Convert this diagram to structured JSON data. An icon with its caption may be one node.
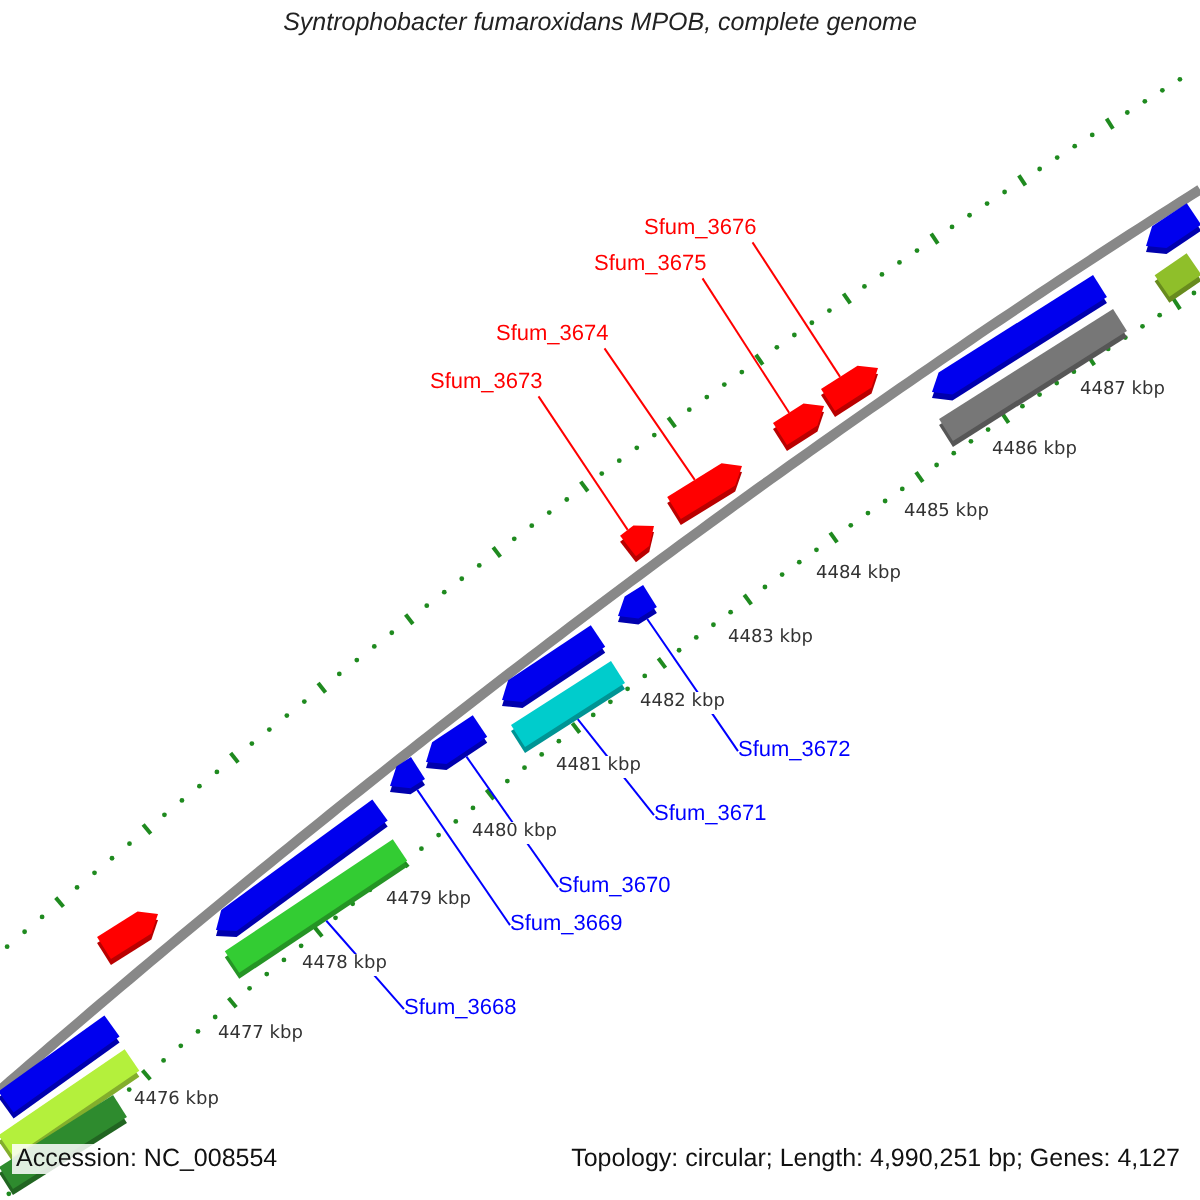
{
  "diagram": {
    "title": "Syntrophobacter fumaroxidans MPOB, complete genome",
    "nodes": [
      {
        "text": [
          "Sfum_3676"
        ]
      },
      {
        "text": [
          "Sfum_3675"
        ]
      },
      {
        "text": [
          "Sfum_3674"
        ]
      },
      {
        "text": [
          "Sfum_3673"
        ]
      },
      {
        "text": [
          "Sfum_3672"
        ]
      },
      {
        "text": [
          "Sfum_3671"
        ]
      },
      {
        "text": [
          "Sfum_3670"
        ]
      },
      {
        "text": [
          "Sfum_3669"
        ]
      },
      {
        "text": [
          "Sfum_3668"
        ]
      },
      {
        "text": [],
        "shape": "bar"
      },
      {
        "text": [],
        "shape": "bar"
      },
      {
        "text": [],
        "shape": "bar"
      },
      {
        "text": [],
        "shape": "bar"
      },
      {
        "text": [],
        "shape": "bar"
      },
      {
        "text": [],
        "shape": "bar"
      },
      {
        "text": [],
        "shape": "bar"
      },
      {
        "text": [],
        "shape": "bar"
      },
      {
        "text": [],
        "shape": "bar"
      },
      {
        "text": [],
        "shape": "bar"
      },
      {
        "text": [],
        "shape": "bar"
      },
      {
        "text": [],
        "shape": "bar"
      },
      {
        "text": [],
        "shape": "bar"
      },
      {
        "text": [],
        "shape": "bar"
      },
      {
        "text": [],
        "shape": "bar"
      },
      {
        "text": [],
        "shape": "bar"
      },
      {
        "text": [],
        "shape": "bar"
      },
      {
        "text": [],
        "shape": "bar"
      },
      {
        "text": [],
        "shape": "bar"
      }
    ],
    "edges": [
      {
        "from": 0,
        "to": 23,
        "arrow": "none",
        "color": "#ff0000"
      },
      {
        "from": 1,
        "to": 22,
        "arrow": "none",
        "color": "#ff0000"
      },
      {
        "from": 2,
        "to": 21,
        "arrow": "none",
        "color": "#ff0000"
      },
      {
        "from": 3,
        "to": 20,
        "arrow": "none",
        "color": "#ff0000"
      },
      {
        "from": 4,
        "to": 19,
        "arrow": "none"
      },
      {
        "from": 5,
        "to": 18,
        "arrow": "none"
      },
      {
        "from": 6,
        "to": 16,
        "arrow": "none"
      },
      {
        "from": 7,
        "to": 15,
        "arrow": "none"
      },
      {
        "from": 8,
        "to": 14,
        "arrow": "none"
      }
    ],
    "labels": [
      "4487 kbp",
      "4486 kbp",
      "4485 kbp",
      "4484 kbp",
      "4483 kbp",
      "4482 kbp",
      "4481 kbp",
      "4480 kbp",
      "4479 kbp",
      "4478 kbp",
      "4477 kbp",
      "4476 kbp",
      "Accession: NC_008554",
      "Topology: circular; Length: 4,990,251 bp; Genes: 4,127"
    ]
  }
}
